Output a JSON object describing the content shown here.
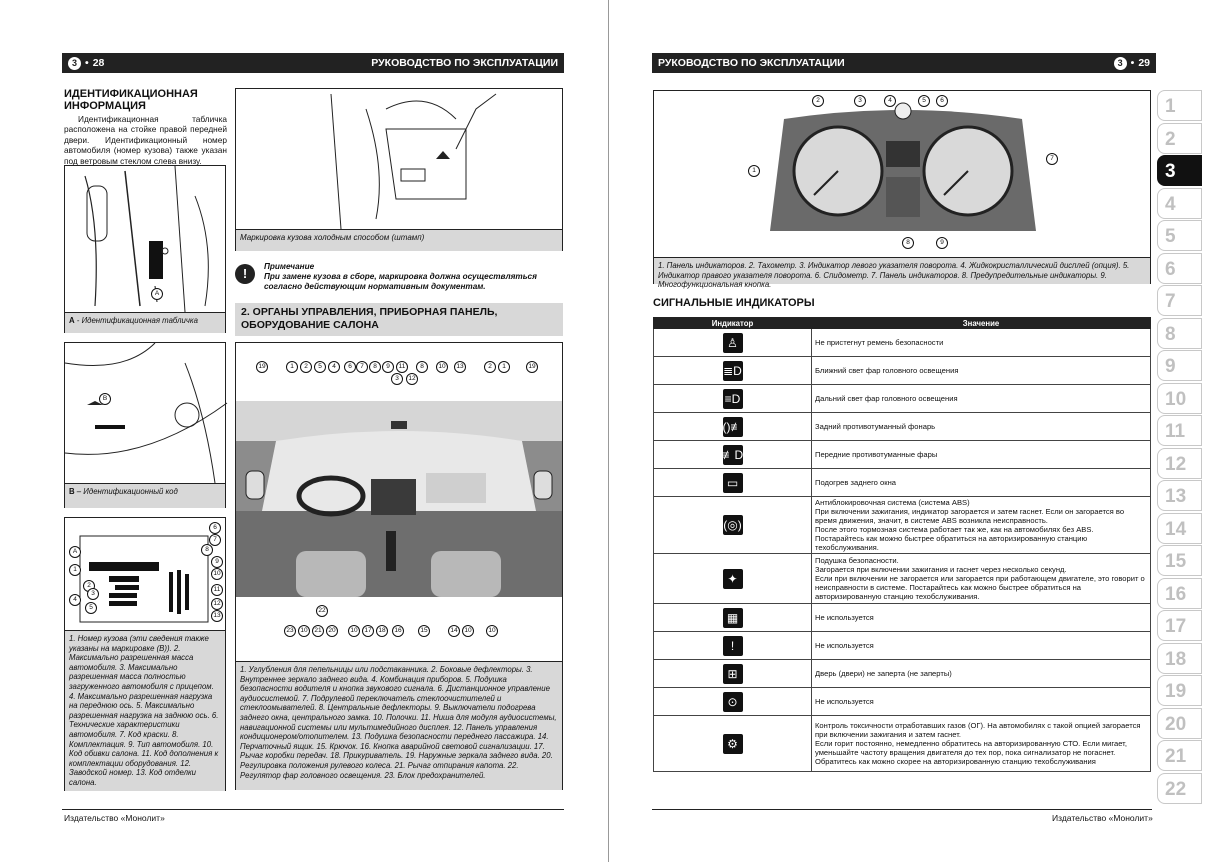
{
  "left": {
    "chapter_num": "3",
    "page_num": "28",
    "header_title": "РУКОВОДСТВО ПО ЭКСПЛУАТАЦИИ",
    "ident_title": "ИДЕНТИФИКАЦИОННАЯ ИНФОРМАЦИЯ",
    "ident_text": "Идентификационная табличка расположена на стойке правой передней двери. Идентификационный номер автомобиля (номер кузова) также указан под ветровым стеклом слева внизу.",
    "fig_a_label": "A",
    "fig_a_caption_bold": "А",
    "fig_a_caption": " - Идентификационная табличка",
    "fig_b_label": "B",
    "fig_b_caption_bold": "В",
    "fig_b_caption": " – Идентификационный код",
    "plate_caption": "1. Номер кузова (эти сведения также указаны на маркировке (В)). 2. Максимально разрешенная масса автомобиля. 3. Максимально разрешенная масса полностью загруженного автомобиля с прицепом. 4. Максимально разрешенная нагрузка на переднюю ось. 5. Максимально разрешенная нагрузка на заднюю ось. 6. Технические характеристики автомобиля. 7. Код краски. 8. Комплектация. 9. Тип автомобиля. 10. Код обивки салона. 11. Код дополнения к комплектации оборудования. 12. Заводской номер. 13. Код отделки салона.",
    "stamp_caption": "Маркировка кузова холодным способом (штамп)",
    "note_icon": "!",
    "note_title": "Примечание",
    "note_text": "При замене кузова в сборе, маркировка должна осуществляться согласно действующим нормативным документам.",
    "controls_title": "2. ОРГАНЫ УПРАВЛЕНИЯ, ПРИБОРНАЯ ПАНЕЛЬ, ОБОРУДОВАНИЕ САЛОНА",
    "controls_caption": "1. Углубления для пепельницы или подстаканника. 2. Боковые дефлекторы. 3. Внутреннее зеркало заднего вида. 4. Комбинация приборов. 5. Подушка безопасности водителя и кнопка звукового сигнала. 6. Дистанционное управление аудиосистемой. 7. Подрулевой переключатель стеклоочистителей и стеклоомывателей. 8. Центральные дефлекторы. 9. Выключатели подогрева заднего окна, центрального замка. 10. Полочки. 11. Ниша для модуля аудиосистемы, навигационной системы или мультимедийного дисплея. 12. Панель управления кондиционером/отопителем. 13. Подушка безопасности переднего пассажира. 14. Перчаточный ящик. 15. Крючок. 16. Кнопка аварийной световой сигнализации. 17. Рычаг коробки передач. 18. Прикуриватель. 19. Наружные зеркала заднего вида. 20. Регулировка положения рулевого колеса. 21. Рычаг отпирания капота. 22. Регулятор фар головного освещения. 23. Блок предохранителей.",
    "top_callouts": [
      "19",
      "1",
      "2",
      "5",
      "4",
      "6",
      "7",
      "8",
      "9",
      "11",
      "8",
      "10",
      "13",
      "2",
      "1",
      "19"
    ],
    "top_callouts_b": [
      "3",
      "12"
    ],
    "bottom_callouts": [
      "23",
      "10",
      "21",
      "20",
      "10",
      "17",
      "18",
      "16",
      "15",
      "14",
      "10",
      "10"
    ],
    "bottom_callout_22": "22",
    "plate_labels_left": [
      "A",
      "1",
      "2",
      "3",
      "4",
      "5"
    ],
    "plate_labels_right": [
      "6",
      "7",
      "8",
      "9",
      "10",
      "11",
      "12",
      "13"
    ],
    "footer": "Издательство «Монолит»"
  },
  "right": {
    "chapter_num": "3",
    "page_num": "29",
    "header_title": "РУКОВОДСТВО ПО ЭКСПЛУАТАЦИИ",
    "cluster_callouts": [
      "2",
      "3",
      "4",
      "5",
      "6",
      "1",
      "7",
      "8",
      "9"
    ],
    "cluster_caption": "1. Панель индикаторов. 2. Тахометр. 3. Индикатор левого указателя поворота. 4. Жидкокристаллический дисплей (опция). 5. Индикатор правого указателя поворота. 6. Спидометр. 7. Панель индикаторов. 8. Предупредительные индикаторы. 9. Многофункциональная кнопка.",
    "signals_title": "СИГНАЛЬНЫЕ ИНДИКАТОРЫ",
    "table_header": {
      "indicator": "Индикатор",
      "meaning": "Значение"
    },
    "rows": [
      {
        "icon": "seatbelt-icon",
        "glyph": "♙",
        "lines": [
          "Не пристегнут ремень безопасности"
        ]
      },
      {
        "icon": "low-beam-icon",
        "glyph": "≣D",
        "lines": [
          "Ближний свет фар головного освещения"
        ]
      },
      {
        "icon": "high-beam-icon",
        "glyph": "≡D",
        "lines": [
          "Дальний свет фар головного освещения"
        ]
      },
      {
        "icon": "rear-fog-icon",
        "glyph": "()≢",
        "lines": [
          "Задний противотуманный фонарь"
        ]
      },
      {
        "icon": "front-fog-icon",
        "glyph": "≢D",
        "lines": [
          "Передние противотуманные фары"
        ]
      },
      {
        "icon": "rear-defrost-icon",
        "glyph": "▭",
        "lines": [
          "Подогрев заднего окна"
        ]
      },
      {
        "icon": "abs-icon",
        "glyph": "(◎)",
        "lines": [
          "Антиблокировочная система (система ABS)",
          "При включении зажигания, индикатор загорается и затем гаснет. Если он загорается во время движения, значит, в системе ABS возникла неисправность.",
          "После этого тормозная система работает так же, как на автомобилях без ABS.",
          "Постарайтесь как можно быстрее обратиться на авторизированную станцию техобслуживания."
        ]
      },
      {
        "icon": "airbag-icon",
        "glyph": "✦",
        "lines": [
          "Подушка безопасности.",
          "Загорается при включении зажигания и гаснет через несколько секунд.",
          "Если при включении не загорается или загорается при работающем двигателе, это говорит о неисправности в системе. Постарайтесь как можно быстрее обратиться на авторизированную станцию техобслуживания."
        ]
      },
      {
        "icon": "service-icon",
        "glyph": "▦",
        "lines": [
          "Не используется"
        ]
      },
      {
        "icon": "warning-icon",
        "glyph": "!",
        "lines": [
          "Не используется"
        ]
      },
      {
        "icon": "door-open-icon",
        "glyph": "⊞",
        "lines": [
          "Дверь (двери) не заперта (не заперты)"
        ]
      },
      {
        "icon": "immobilizer-icon",
        "glyph": "⊙",
        "lines": [
          "Не используется"
        ]
      },
      {
        "icon": "engine-icon",
        "glyph": "⚙",
        "lines": [
          "Контроль токсичности отработавших газов (ОГ). На автомобилях с такой опцией загорается при включении зажигания и затем гаснет.",
          "Если горит постоянно, немедленно обратитесь на авторизированную СТО. Если мигает, уменьшайте частоту вращения двигателя до тех пор, пока сигнализатор не погаснет.",
          "Обратитесь как можно скорее на авторизированную станцию техобслуживания"
        ]
      }
    ],
    "tabs": [
      "1",
      "2",
      "3",
      "4",
      "5",
      "6",
      "7",
      "8",
      "9",
      "10",
      "11",
      "12",
      "13",
      "14",
      "15",
      "16",
      "17",
      "18",
      "19",
      "20",
      "21",
      "22"
    ],
    "active_tab": "3",
    "footer": "Издательство «Монолит»"
  }
}
